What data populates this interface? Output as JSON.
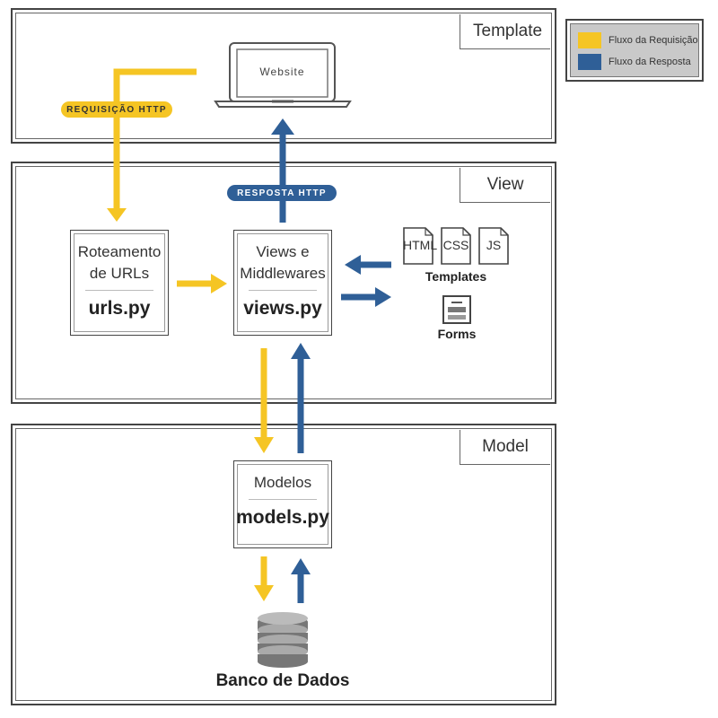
{
  "colors": {
    "request": "#f5c524",
    "response": "#2f5f97"
  },
  "legend": {
    "request_label": "Fluxo da Requisição",
    "response_label": "Fluxo da Resposta"
  },
  "layers": {
    "template": "Template",
    "view": "View",
    "model": "Model"
  },
  "website": {
    "label": "Website"
  },
  "badges": {
    "request": "REQUISIÇÃO HTTP",
    "response": "RESPOSTA HTTP"
  },
  "boxes": {
    "urls": {
      "title": "Roteamento\nde URLs",
      "code": "urls.py"
    },
    "views": {
      "title": "Views e\nMiddlewares",
      "code": "views.py"
    },
    "models": {
      "title": "Modelos",
      "code": "models.py"
    }
  },
  "templates": {
    "files": [
      "HTML",
      "CSS",
      "JS"
    ],
    "label": "Templates"
  },
  "forms": {
    "label": "Forms",
    "icon": "form-icon"
  },
  "database": {
    "label": "Banco de Dados",
    "icon": "database-icon"
  }
}
